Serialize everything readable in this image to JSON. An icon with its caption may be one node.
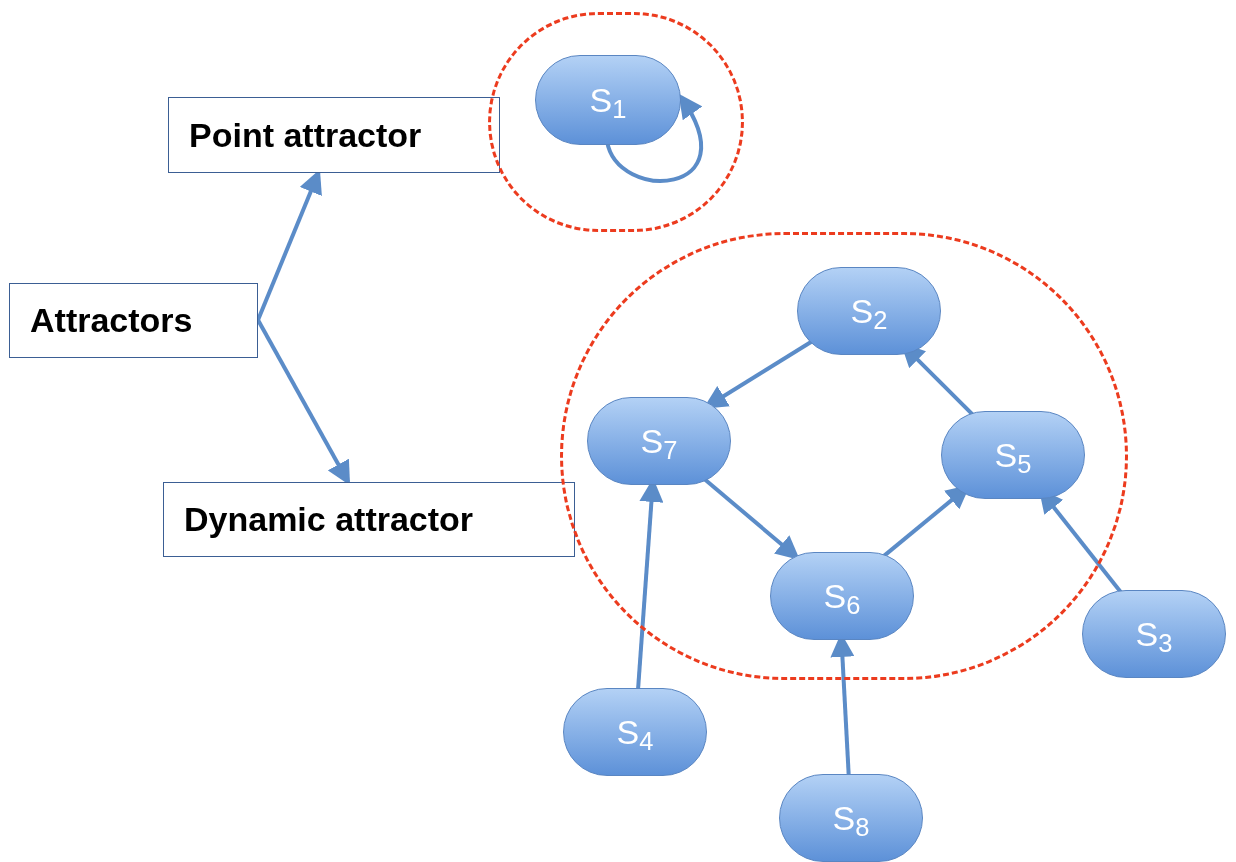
{
  "diagram": {
    "nodes": [
      {
        "text": [
          "Attractors"
        ]
      },
      {
        "text": [
          "Point attractor"
        ]
      },
      {
        "text": [
          "Dynamic attractor"
        ]
      },
      {
        "text": [],
        "shape": "circle"
      },
      {
        "text": [
          "S$_{1}$"
        ],
        "in": 3
      },
      {
        "text": [],
        "shape": "circle"
      },
      {
        "text": [
          "S$_{2}$"
        ],
        "in": 5
      },
      {
        "text": [
          "S$_{7}$"
        ],
        "in": 5
      },
      {
        "text": [
          "S$_{5}$"
        ],
        "in": 5
      },
      {
        "text": [
          "S$_{6}$"
        ],
        "in": 5
      },
      {
        "text": [
          "S$_{3}$"
        ]
      },
      {
        "text": [
          "S$_{4}$"
        ]
      },
      {
        "text": [
          "S$_{8}$"
        ]
      }
    ],
    "edges": [
      {
        "from": 0,
        "to": 1,
        "arrow": "to"
      },
      {
        "from": 0,
        "to": 2,
        "arrow": "to"
      },
      {
        "from": 4,
        "to": 4,
        "arrow": "to"
      },
      {
        "from": 6,
        "to": 7,
        "arrow": "to"
      },
      {
        "from": 8,
        "to": 6,
        "arrow": "to"
      },
      {
        "from": 7,
        "to": 9,
        "arrow": "to"
      },
      {
        "from": 9,
        "to": 8,
        "arrow": "to"
      },
      {
        "from": 10,
        "to": 8,
        "arrow": "to"
      },
      {
        "from": 11,
        "to": 7,
        "arrow": "to"
      },
      {
        "from": 12,
        "to": 9,
        "arrow": "to"
      }
    ]
  }
}
